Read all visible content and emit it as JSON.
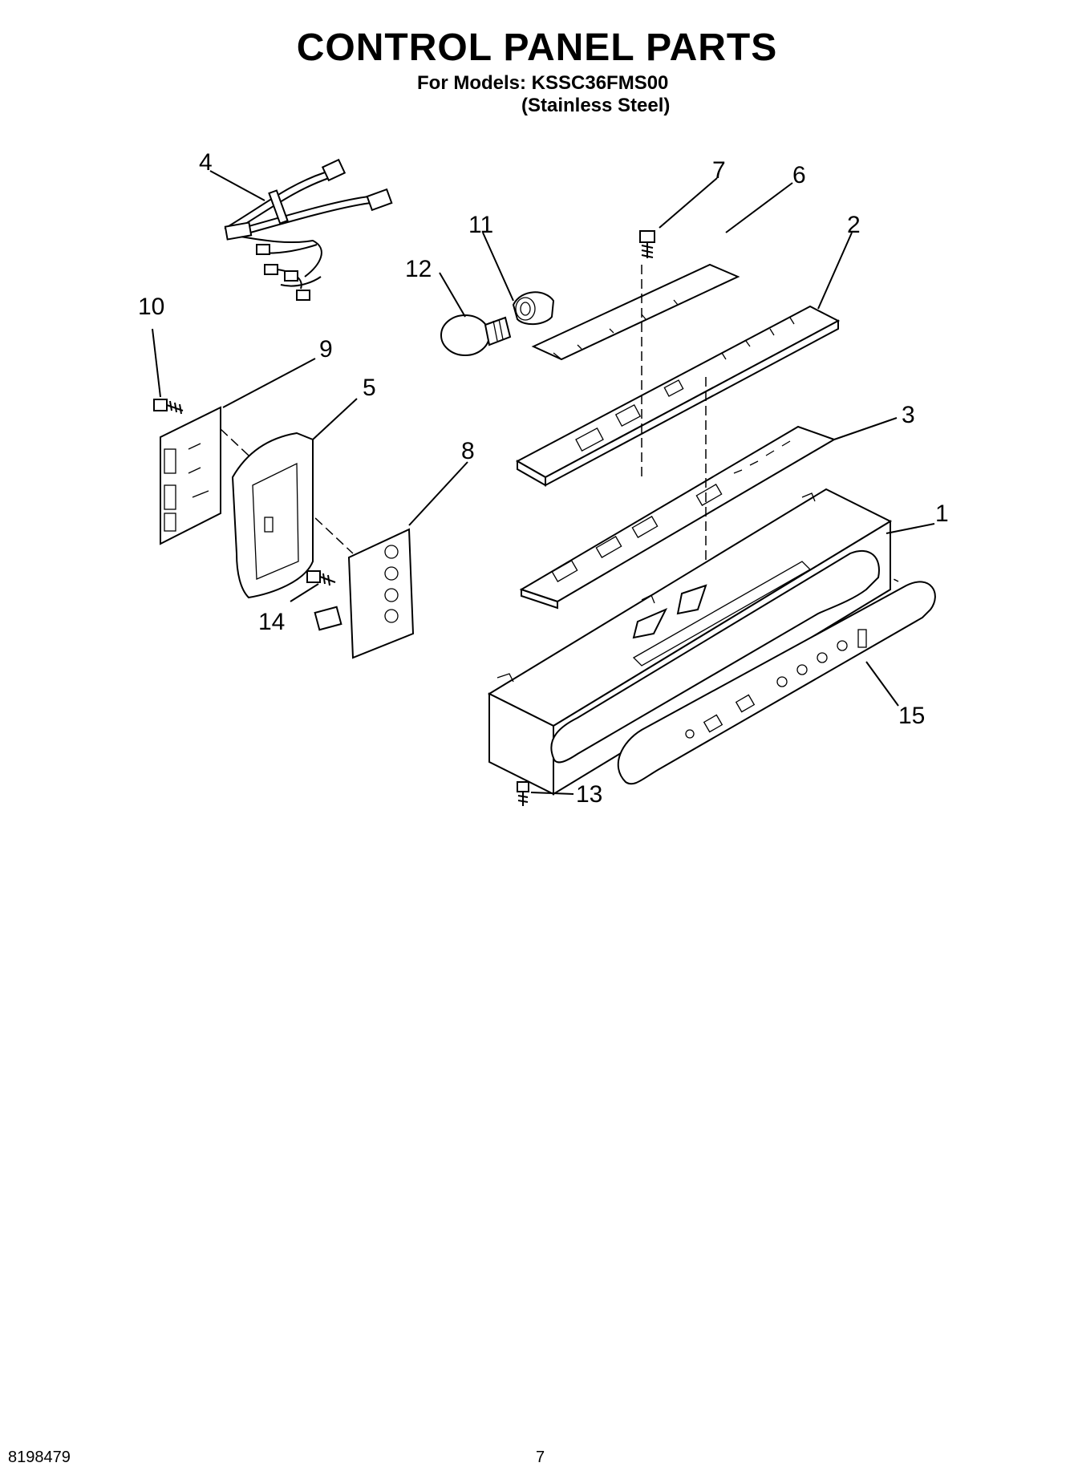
{
  "header": {
    "title": "CONTROL PANEL PARTS",
    "models_line": "For Models: KSSC36FMS00",
    "finish_line": "(Stainless Steel)"
  },
  "callouts": {
    "c1": "1",
    "c2": "2",
    "c3": "3",
    "c4": "4",
    "c5": "5",
    "c6": "6",
    "c7": "7",
    "c8": "8",
    "c9": "9",
    "c10": "10",
    "c11": "11",
    "c12": "12",
    "c13": "13",
    "c14": "14",
    "c15": "15"
  },
  "footer": {
    "doc_number": "8198479",
    "page_number": "7"
  }
}
